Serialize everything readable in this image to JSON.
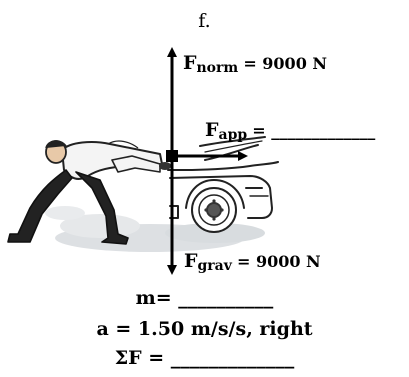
{
  "problem_label": "f.",
  "forces": {
    "normal": {
      "name": "F",
      "sub": "norm",
      "value": "= 9000 N"
    },
    "applied": {
      "name": "F",
      "sub": "app",
      "value": "= _____________"
    },
    "gravity": {
      "name": "F",
      "sub": "grav",
      "value": "= 9000 N"
    }
  },
  "given": {
    "mass": "m= __________",
    "acceleration": "a = 1.50 m/s/s, right",
    "net_force": "ΣF = _____________"
  }
}
